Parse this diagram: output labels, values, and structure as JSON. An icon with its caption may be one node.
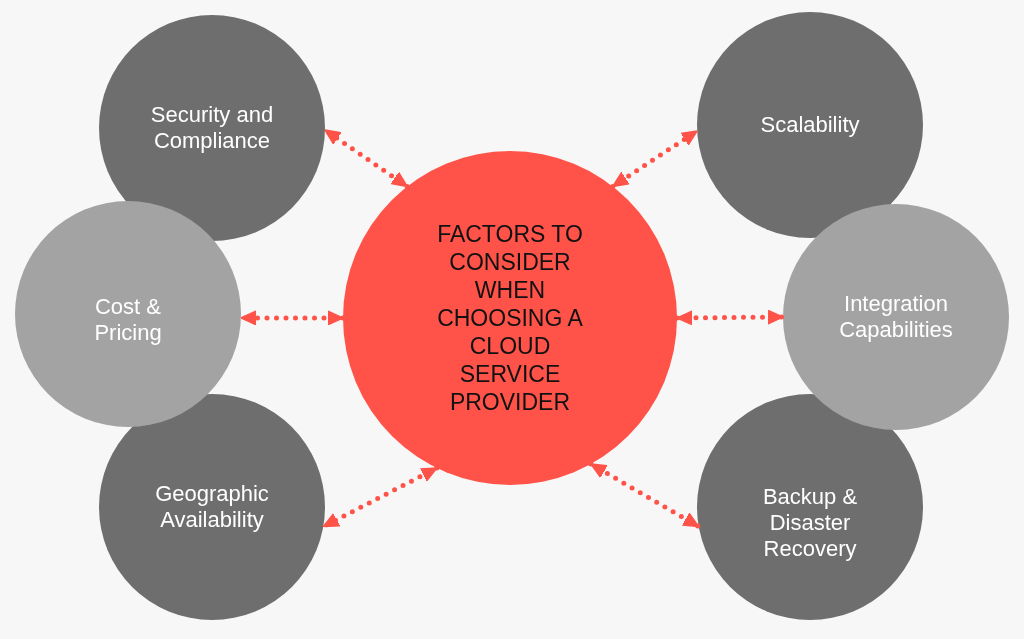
{
  "diagram": {
    "nodes": [
      {
        "text": [
          "Security and Compliance"
        ]
      },
      {
        "text": [
          "Scalability"
        ]
      },
      {
        "text": [
          "Cost & Pricing"
        ]
      },
      {
        "text": [
          "FACTORS TO CONSIDER WHEN CHOOSING A CLOUD SERVICE PROVIDER"
        ]
      },
      {
        "text": [
          "Integration Capabilities"
        ]
      },
      {
        "text": [
          "Geographic Availability"
        ]
      },
      {
        "text": [
          "Backup & Disaster Recovery"
        ]
      }
    ],
    "edges": [
      {
        "from": 3,
        "to": 0,
        "arrow": "both"
      },
      {
        "from": 3,
        "to": 1,
        "arrow": "both"
      },
      {
        "from": 3,
        "to": 2,
        "arrow": "both"
      },
      {
        "from": 3,
        "to": 4,
        "arrow": "both"
      },
      {
        "from": 3,
        "to": 5,
        "arrow": "both"
      },
      {
        "from": 3,
        "to": 6,
        "arrow": "both"
      }
    ]
  }
}
